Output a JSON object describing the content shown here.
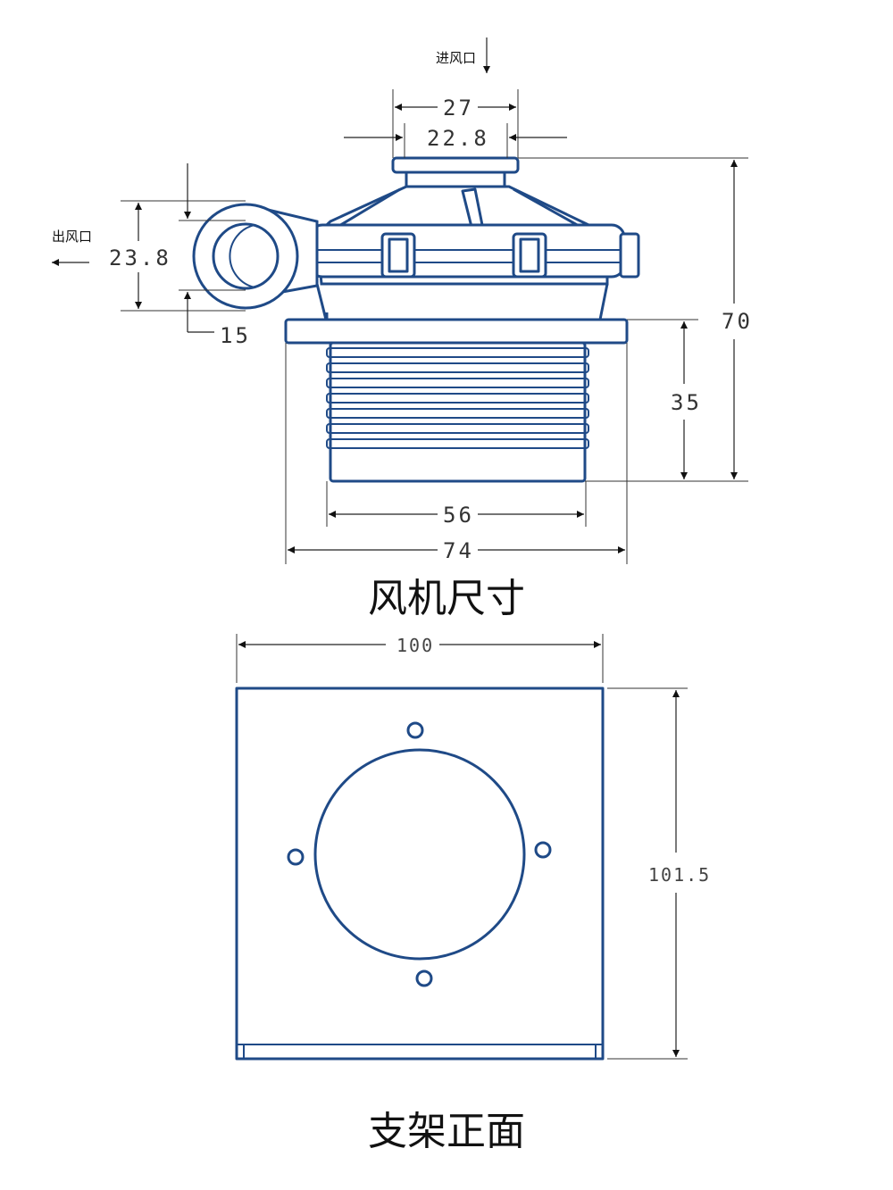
{
  "titles": {
    "fan": "风机尺寸",
    "bracket": "支架正面"
  },
  "notes": {
    "inlet": "进风口",
    "outlet": "出风口"
  },
  "fan_dimensions": {
    "inlet_outer": "27",
    "inlet_inner": "22.8",
    "outlet_outer": "23.8",
    "outlet_offset": "15",
    "total_height": "70",
    "body_height": "35",
    "body_width": "56",
    "flange_width": "74"
  },
  "bracket_dimensions": {
    "width": "100",
    "height": "101.5"
  },
  "colors": {
    "part_stroke": "#1f4a87",
    "dimension_line": "#222222"
  }
}
